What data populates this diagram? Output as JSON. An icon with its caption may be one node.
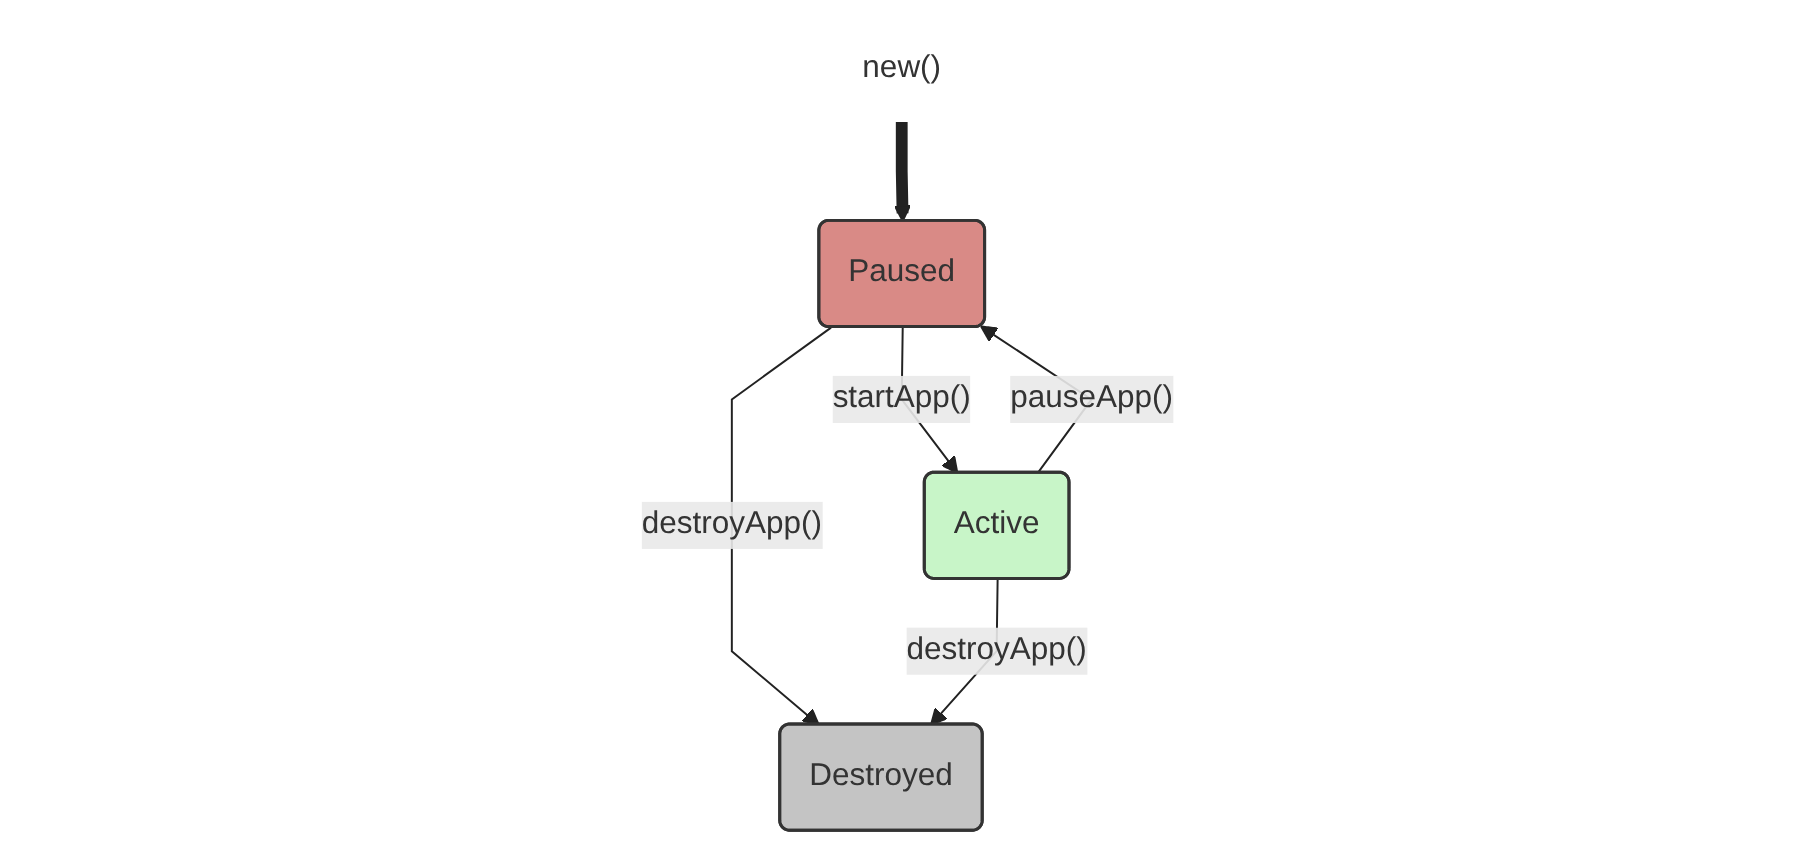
{
  "diagram": {
    "nodes": [
      {
        "text": [
          "new()"
        ]
      },
      {
        "text": [
          "Paused"
        ]
      },
      {
        "text": [
          "Destroyed"
        ]
      },
      {
        "text": [
          "Active"
        ]
      }
    ],
    "edges": [
      {
        "from": 0,
        "to": 1,
        "arrow": "to",
        "style": "thick"
      },
      {
        "from": 1,
        "to": 2,
        "arrow": "to",
        "label": "destroyApp()"
      },
      {
        "from": 1,
        "to": 3,
        "arrow": "to",
        "label": "startApp()"
      },
      {
        "from": 3,
        "to": 1,
        "arrow": "to",
        "label": "pauseApp()"
      },
      {
        "from": 3,
        "to": 2,
        "arrow": "to",
        "label": "destroyApp()"
      }
    ]
  }
}
